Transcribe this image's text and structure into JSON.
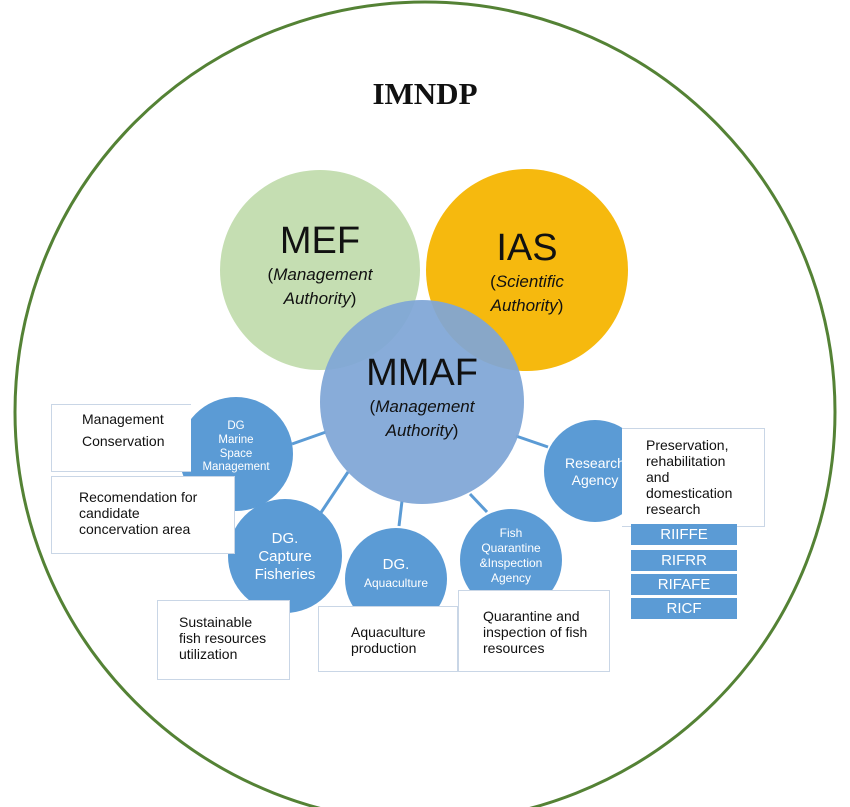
{
  "title": "IMNDP",
  "mef": {
    "name": "MEF",
    "role_open": "(",
    "role_italic": "Management",
    "role_line2_italic": "Authority",
    "role_close": ")"
  },
  "ias": {
    "name": "IAS",
    "role_open": "(",
    "role_italic": "Scientific",
    "role_line2_italic": "Authority",
    "role_close": ")"
  },
  "mmaf": {
    "name": "MMAF",
    "role_open": "(",
    "role_italic": "Management",
    "role_line2_italic": "Authority",
    "role_close": ")"
  },
  "nodes": {
    "marine_space": {
      "line1": "DG",
      "line2": "Marine",
      "line3": "Space",
      "line4": "Management"
    },
    "capture": {
      "line1": "DG.",
      "line2": "Capture",
      "line3": "Fisheries"
    },
    "aquaculture": {
      "line1": "DG.",
      "line2": "Aquaculture"
    },
    "quarantine": {
      "line1": "Fish",
      "line2": "Quarantine",
      "line3": "&Inspection",
      "line4": "Agency"
    },
    "research": {
      "line1": "Research",
      "line2": "Agency"
    }
  },
  "boxes": {
    "mgmt_conservation": {
      "line1": "Management",
      "line2": "Conservation"
    },
    "recommendation": {
      "line1": "Recomendation for",
      "line2": "candidate",
      "line3": "concervation area"
    },
    "sustainable": {
      "line1": "Sustainable",
      "line2": "fish resources",
      "line3": "utilization"
    },
    "aquaculture_prod": {
      "line1": "Aquaculture",
      "line2": "production"
    },
    "quarantine_insp": {
      "line1": "Quarantine and",
      "line2": "inspection of fish",
      "line3": "resources"
    },
    "preservation": {
      "line1": "Preservation,",
      "line2": "rehabilitation",
      "line3": "and",
      "line4": "domestication",
      "line5": "research"
    }
  },
  "institutes": [
    "RIIFFE",
    "RIFRR",
    "RIFAFE",
    "RICF"
  ],
  "colors": {
    "outer_ring": "#548235",
    "mef": "#c5deb2",
    "ias": "#f6b90e",
    "mmaf": "#7fa6d6",
    "node": "#5b9bd5",
    "connector": "#5b9bd5",
    "box_border": "#c9d6e6"
  }
}
